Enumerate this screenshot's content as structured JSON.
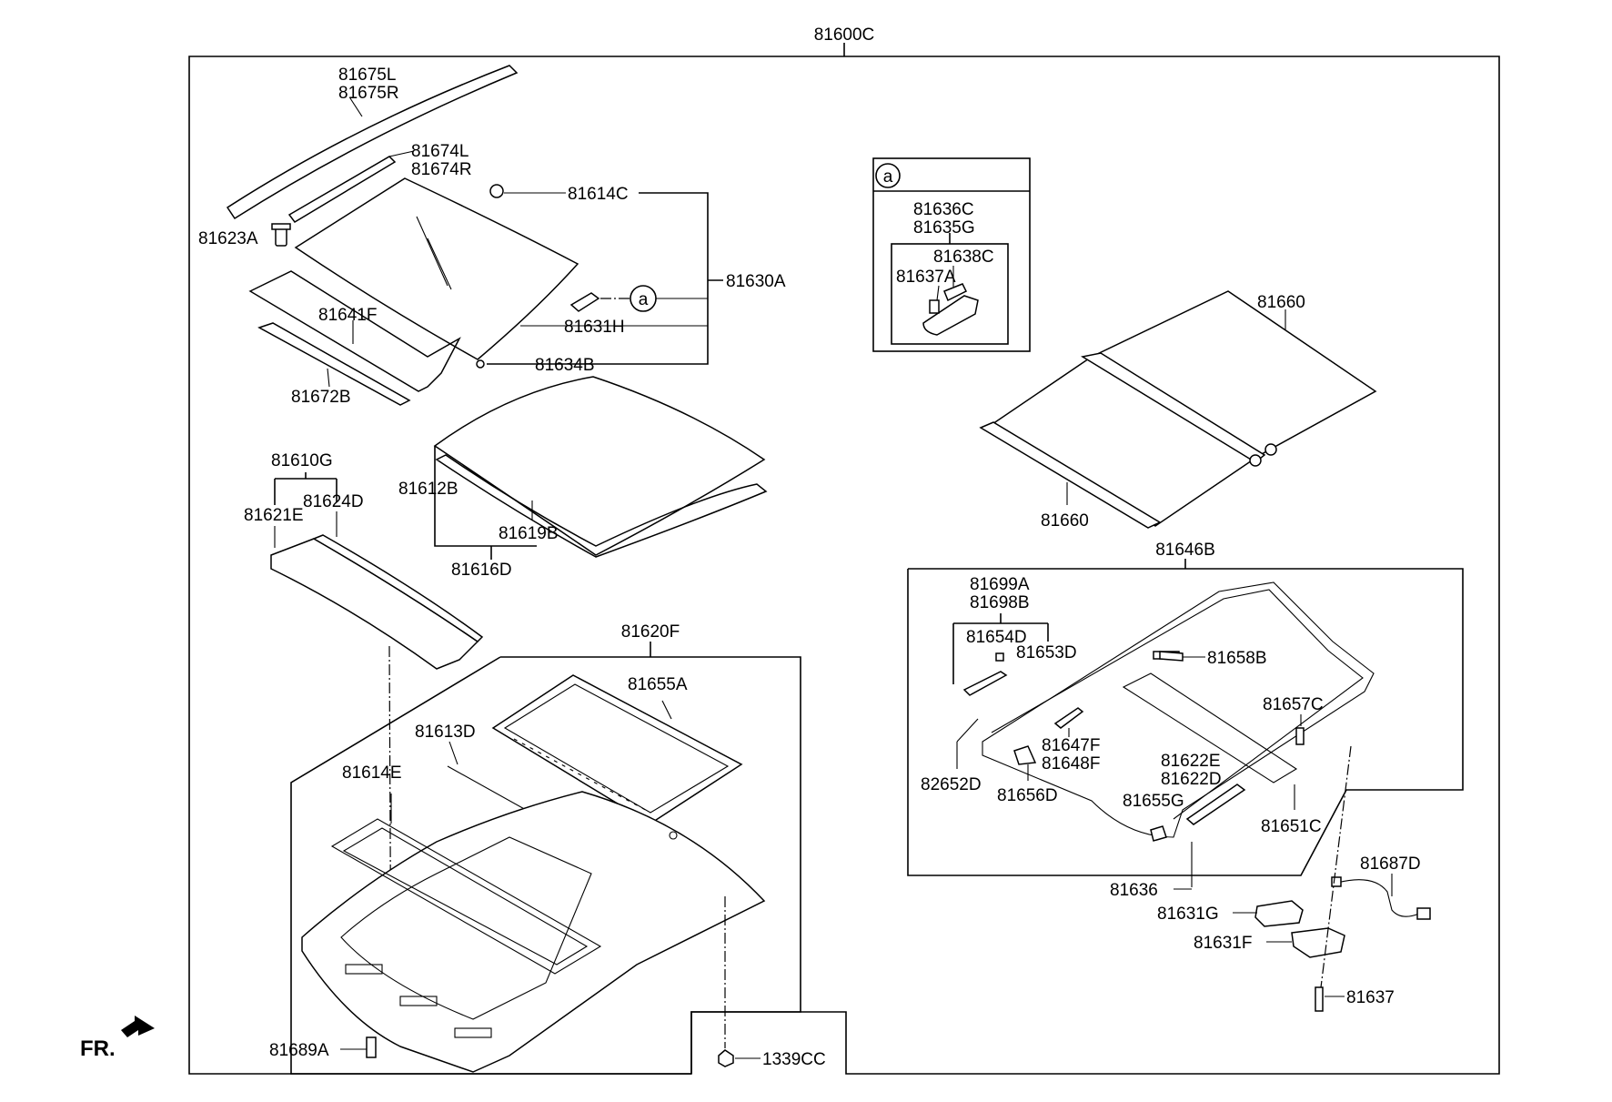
{
  "labels": {
    "assembly": "81600C",
    "deflector": [
      "81675L",
      "81675R"
    ],
    "deflector_seal": [
      "81674L",
      "81674R"
    ],
    "pin_81623a": "81623A",
    "nut_81614c": "81614C",
    "glass_assy": "81630A",
    "callout_a": "a",
    "bracket_81631h": "81631H",
    "seal_81641f": "81641F",
    "screw_81634b": "81634B",
    "molding_81672b": "81672B",
    "fixed_glass_assy": "81610G",
    "fixed_glass_81621e": "81621E",
    "seal_81624d": "81624D",
    "panel_81612b": "81612B",
    "seal_81619b": "81619B",
    "panel_assy_81616d": "81616D",
    "frame_assy": "81620F",
    "frame_81655a": "81655A",
    "seal_81613d": "81613D",
    "seal_81614e": "81614E",
    "drain_81689a": "81689A",
    "nut_1339cc": "1339CC",
    "inset_header": "a",
    "inset_81636c": "81636C",
    "inset_81635g": "81635G",
    "inset_81638c": "81638C",
    "inset_81637a": "81637A",
    "shade_top": "81660",
    "shade_bottom": "81660",
    "mechanism_assy": "81646B",
    "guide_assy": [
      "81699A",
      "81698B"
    ],
    "part_81654d": "81654D",
    "part_81653d": "81653D",
    "part_81658b": "81658B",
    "part_81657c": "81657C",
    "part_81647f": "81647F",
    "part_81648f": "81648F",
    "part_82652d": "82652D",
    "part_81656d": "81656D",
    "part_81622e": "81622E",
    "part_81622d": "81622D",
    "part_81655g": "81655G",
    "part_81651c": "81651C",
    "part_81636": "81636",
    "motor_81631g": "81631G",
    "motor_81631f": "81631F",
    "harness_81687d": "81687D",
    "bolt_81637": "81637",
    "front_indicator": "FR."
  }
}
